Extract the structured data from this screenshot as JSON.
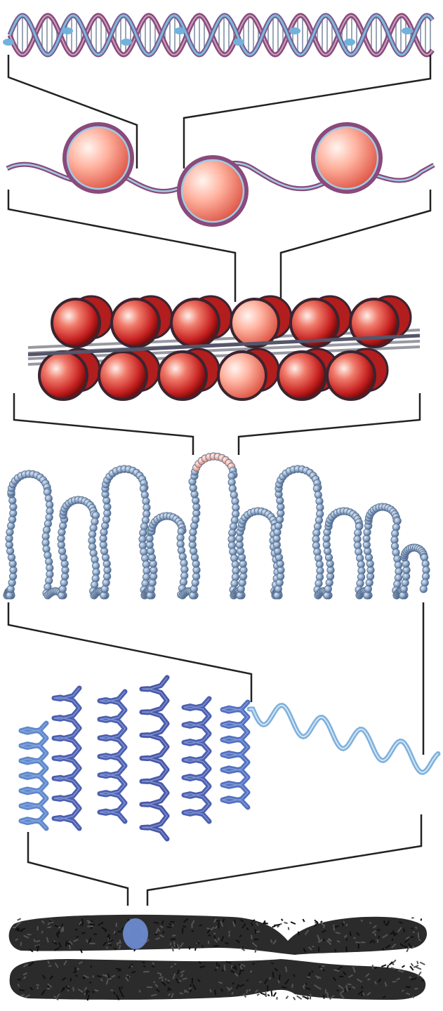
{
  "diagram": {
    "levels": [
      "dna-double-helix",
      "nucleosomes-on-dna",
      "chromatin-fiber",
      "looped-domains",
      "condensed-chromatin",
      "metaphase-chromosome"
    ],
    "colors": {
      "dna_strand": "#8a4a7a",
      "dna_strand_light": "#7fb9d9",
      "nucleosome": "#e0463a",
      "nucleosome_highlight": "#ffc7b5",
      "bead": "#7f9fc4",
      "bead_highlight": "#f0a08a",
      "coil_dark": "#5465b0",
      "coil_light": "#8fc0e0",
      "chromosome": "#2f2f2f",
      "centromere": "#6f8fd8",
      "connector": "#222222"
    }
  }
}
